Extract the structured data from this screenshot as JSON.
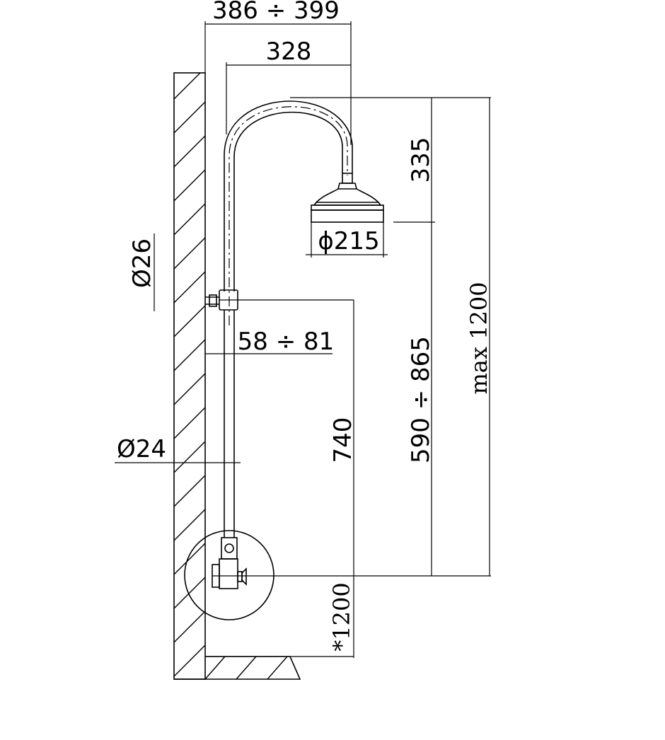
{
  "dimensions": {
    "overall_projection": "386 ÷ 399",
    "arm_projection": "328",
    "arm_drop": "335",
    "head_diameter": "ϕ215",
    "upper_pipe_diameter": "Ø26",
    "wall_offset": "58 ÷ 81",
    "lower_pipe_diameter": "Ø24",
    "bracket_height": "740",
    "adjustable_height": "590 ÷ 865",
    "max_height": "max 1200",
    "inlet_height": "*1200"
  }
}
